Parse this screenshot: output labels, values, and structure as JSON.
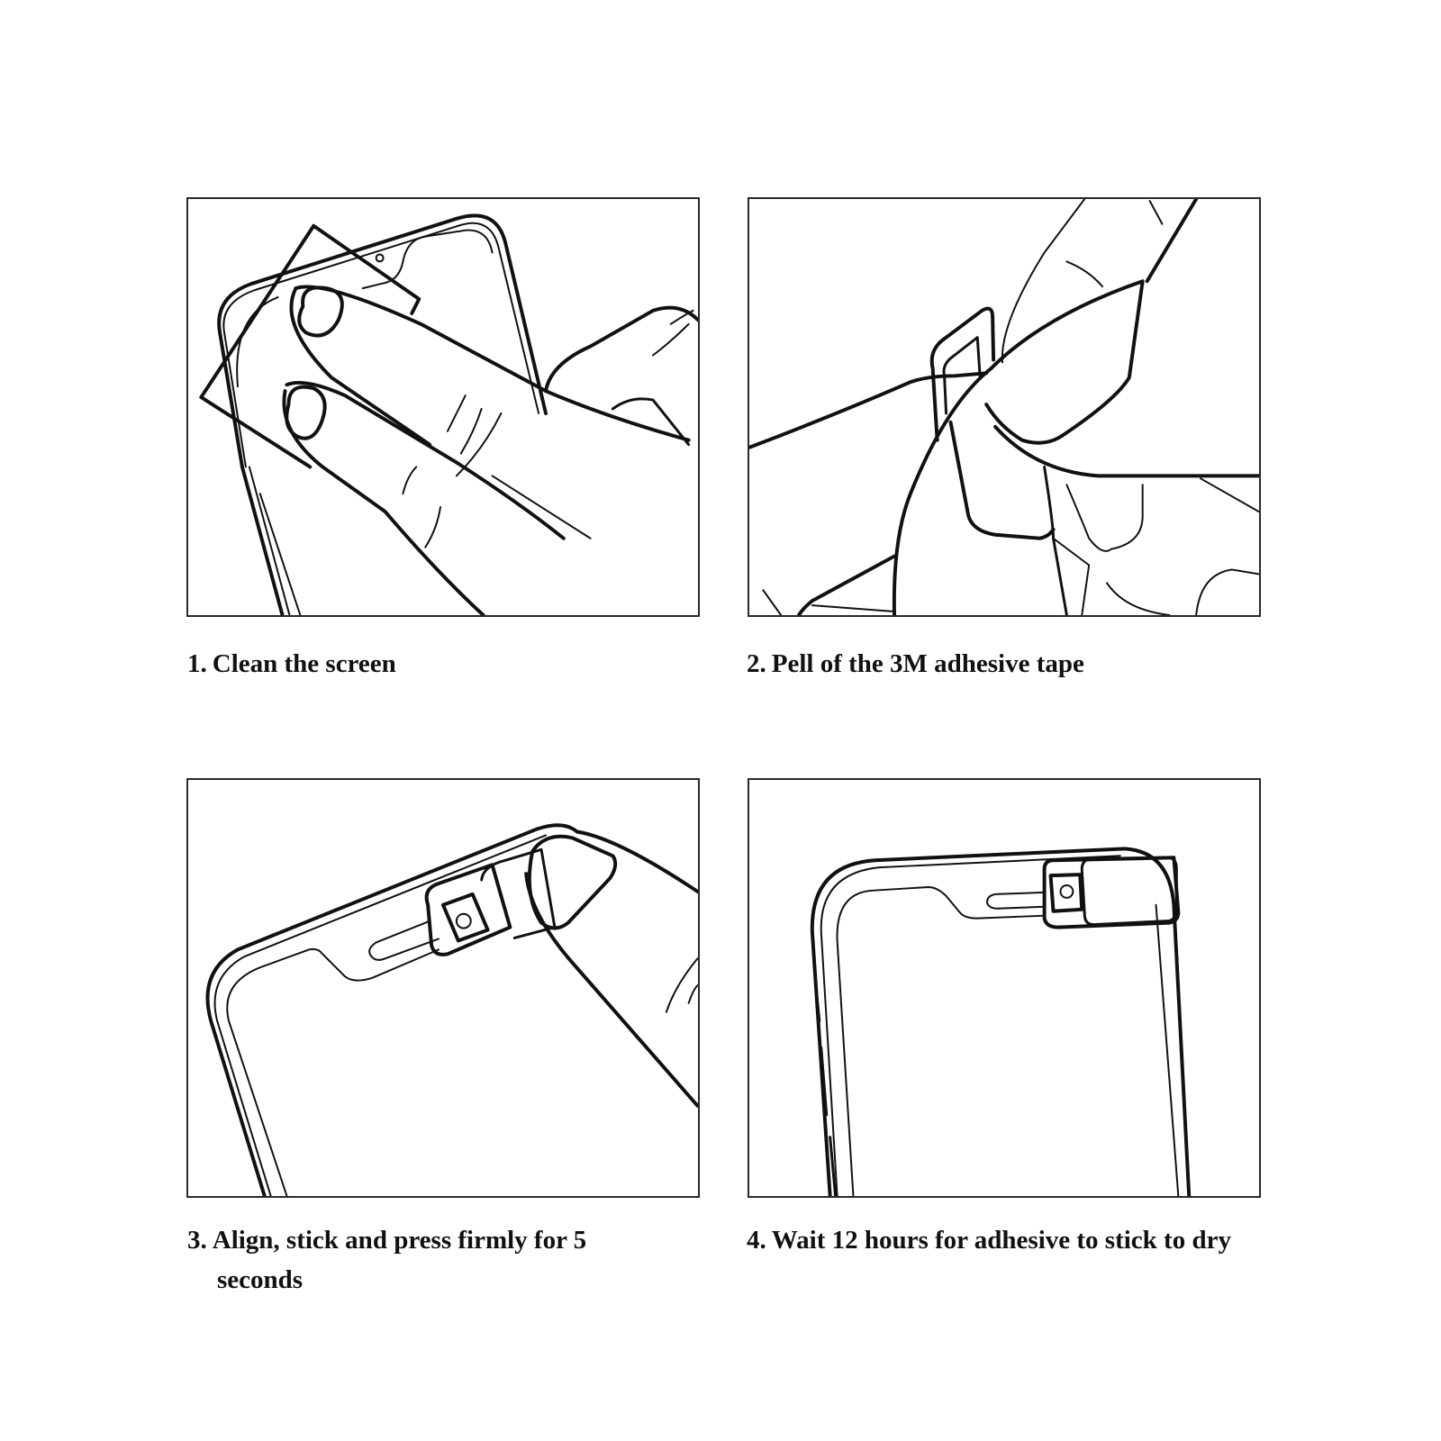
{
  "steps": [
    {
      "number": "1.",
      "text": "Clean the screen",
      "illustration": "hand-wiping-phone-screen-with-cloth"
    },
    {
      "number": "2.",
      "text": "Pell of the 3M adhesive tape",
      "illustration": "fingers-peeling-adhesive-backing-from-webcam-cover"
    },
    {
      "number": "3.",
      "text": "Align, stick and press firmly for 5",
      "text_continued": "seconds",
      "illustration": "thumb-pressing-webcam-cover-onto-phone-top"
    },
    {
      "number": "4.",
      "text": "Wait 12 hours for adhesive to stick to dry",
      "illustration": "phone-with-attached-webcam-cover"
    }
  ],
  "colors": {
    "line": "#111111",
    "frame": "#2a2a2a",
    "background": "#ffffff"
  }
}
